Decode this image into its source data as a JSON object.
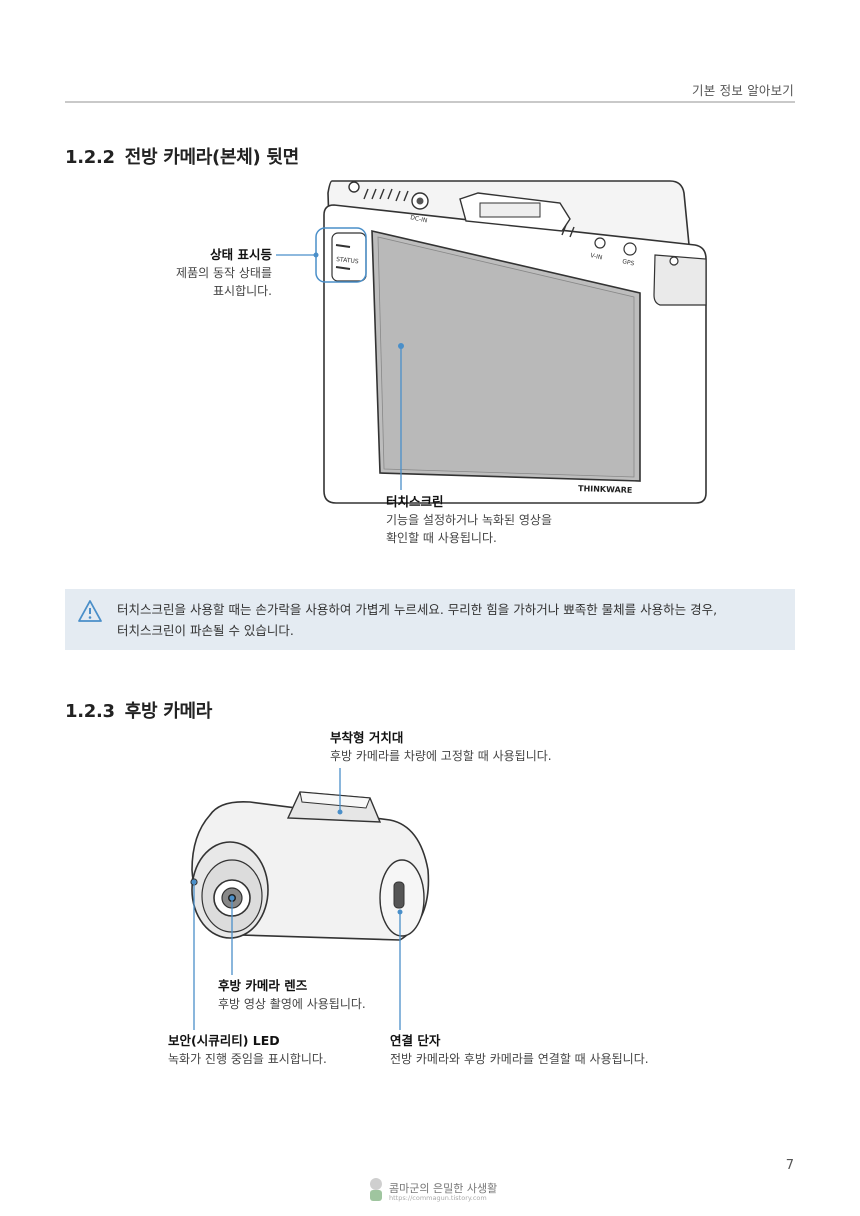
{
  "header": {
    "title": "기본 정보 알아보기"
  },
  "section1": {
    "number": "1.2.2",
    "title": "전방 카메라(본체) 뒷면",
    "device_labels": {
      "status_text": "STATUS",
      "brand": "THINKWARE",
      "dcin": "DC-IN",
      "vin": "V-IN",
      "gps": "GPS"
    },
    "callouts": [
      {
        "title": "상태 표시등",
        "lines": [
          "제품의 동작 상태를",
          "표시합니다."
        ]
      },
      {
        "title": "터치스크린",
        "lines": [
          "기능을 설정하거나 녹화된 영상을",
          "확인할 때 사용됩니다."
        ]
      }
    ]
  },
  "warning": {
    "icon": "warning-triangle-icon",
    "lines": [
      "터치스크린을 사용할 때는 손가락을 사용하여 가볍게 누르세요. 무리한 힘을 가하거나 뾰족한 물체를 사용하는 경우,",
      "터치스크린이 파손될 수 있습니다."
    ]
  },
  "section2": {
    "number": "1.2.3",
    "title": "후방 카메라",
    "callouts": [
      {
        "title": "부착형 거치대",
        "lines": [
          "후방 카메라를 차량에 고정할 때 사용됩니다."
        ]
      },
      {
        "title": "후방 카메라 렌즈",
        "lines": [
          "후방 영상 촬영에 사용됩니다."
        ]
      },
      {
        "title": "보안(시큐리티) LED",
        "lines": [
          "녹화가 진행 중임을 표시합니다."
        ]
      },
      {
        "title": "연결 단자",
        "lines": [
          "전방 카메라와 후방 카메라를 연결할 때 사용됩니다."
        ]
      }
    ]
  },
  "page_number": "7",
  "watermark": {
    "text": "콤마군의 은밀한 사생활",
    "url": "https://commagun.tistory.com"
  },
  "colors": {
    "accent": "#4a8fc9",
    "warning_bg": "#e4ebf2",
    "rule": "#c9c9c9"
  }
}
